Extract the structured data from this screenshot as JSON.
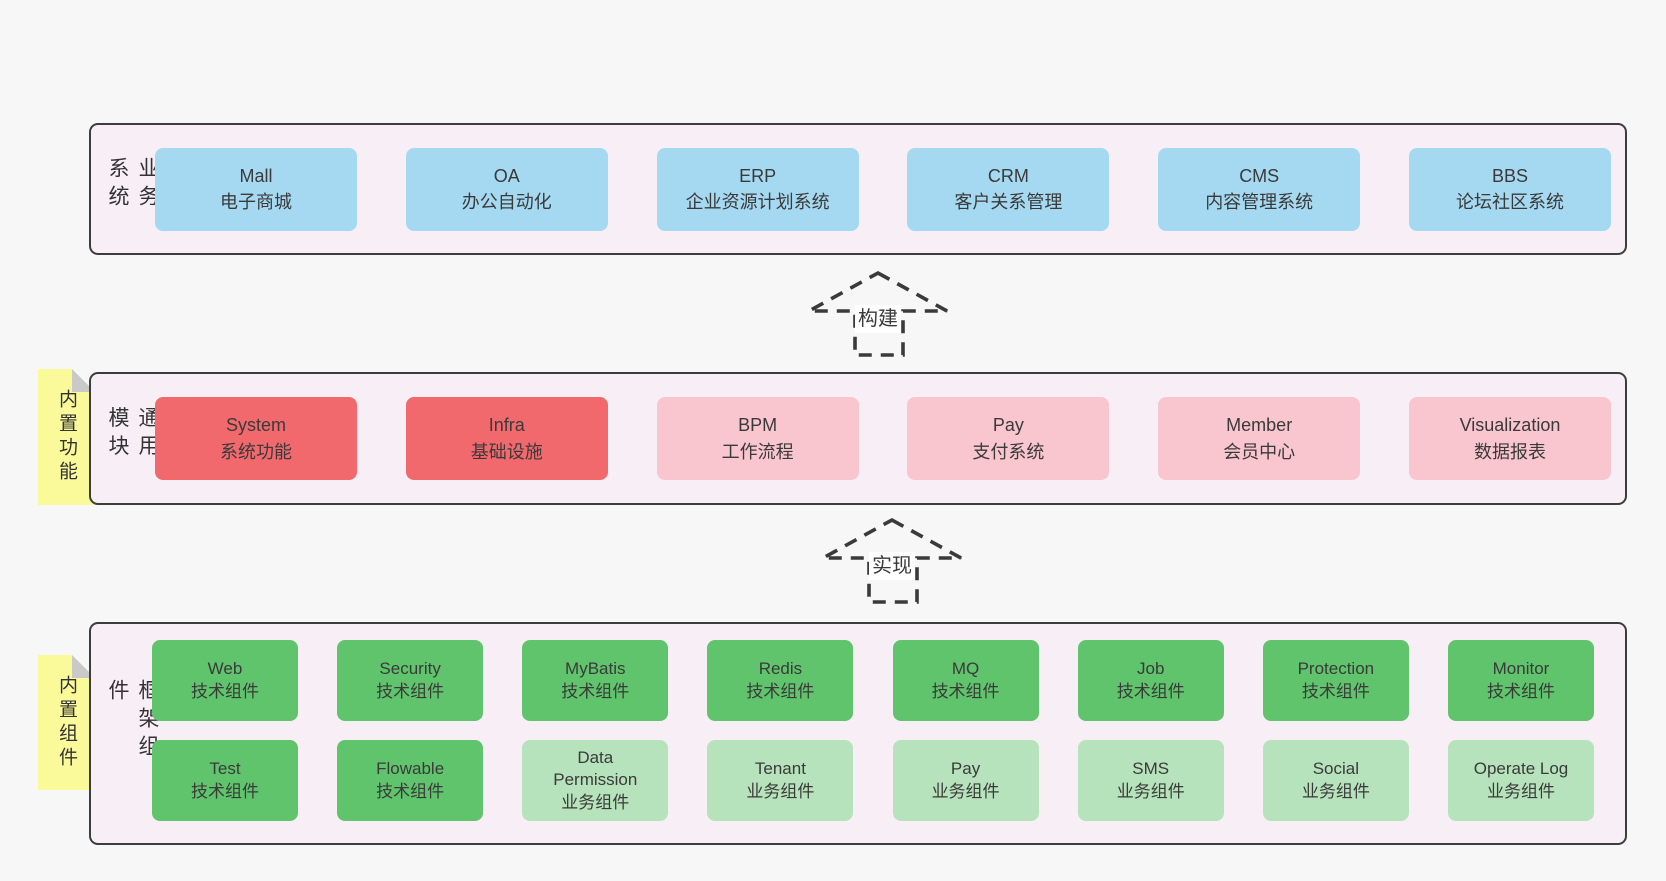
{
  "colors": {
    "page_bg": "#f7f7f7",
    "band_bg": "#f8eef6",
    "band_border": "#3d3d3d",
    "text": "#3a3a3a",
    "blue": "#a5d9f2",
    "red": "#f2696d",
    "pink": "#f9c5ce",
    "green_dark": "#60c46c",
    "green_light": "#b6e3bb",
    "sticky_bg": "#fafa9b",
    "sticky_fold": "#c9c9c9",
    "arrow_stroke": "#3a3a3a"
  },
  "bands": {
    "business": {
      "label": "业务系统",
      "boxes": [
        {
          "en": "Mall",
          "zh": "电子商城"
        },
        {
          "en": "OA",
          "zh": "办公自动化"
        },
        {
          "en": "ERP",
          "zh": "企业资源计划系统"
        },
        {
          "en": "CRM",
          "zh": "客户关系管理"
        },
        {
          "en": "CMS",
          "zh": "内容管理系统"
        },
        {
          "en": "BBS",
          "zh": "论坛社区系统"
        }
      ]
    },
    "modules": {
      "label": "通用模块",
      "sticky": "内置功能",
      "boxes": [
        {
          "en": "System",
          "zh": "系统功能"
        },
        {
          "en": "Infra",
          "zh": "基础设施"
        },
        {
          "en": "BPM",
          "zh": "工作流程"
        },
        {
          "en": "Pay",
          "zh": "支付系统"
        },
        {
          "en": "Member",
          "zh": "会员中心"
        },
        {
          "en": "Visualization",
          "zh": "数据报表"
        }
      ]
    },
    "components": {
      "label": "框架组件",
      "sticky": "内置组件",
      "row1": [
        {
          "en": "Web",
          "zh": "技术组件"
        },
        {
          "en": "Security",
          "zh": "技术组件"
        },
        {
          "en": "MyBatis",
          "zh": "技术组件"
        },
        {
          "en": "Redis",
          "zh": "技术组件"
        },
        {
          "en": "MQ",
          "zh": "技术组件"
        },
        {
          "en": "Job",
          "zh": "技术组件"
        },
        {
          "en": "Protection",
          "zh": "技术组件"
        },
        {
          "en": "Monitor",
          "zh": "技术组件"
        }
      ],
      "row2": [
        {
          "en": "Test",
          "zh": "技术组件"
        },
        {
          "en": "Flowable",
          "zh": "技术组件"
        },
        {
          "en": "Data Permission",
          "zh": "业务组件"
        },
        {
          "en": "Tenant",
          "zh": "业务组件"
        },
        {
          "en": "Pay",
          "zh": "业务组件"
        },
        {
          "en": "SMS",
          "zh": "业务组件"
        },
        {
          "en": "Social",
          "zh": "业务组件"
        },
        {
          "en": "Operate Log",
          "zh": "业务组件"
        }
      ]
    }
  },
  "arrows": {
    "build": {
      "label": "构建"
    },
    "implement": {
      "label": "实现"
    }
  }
}
